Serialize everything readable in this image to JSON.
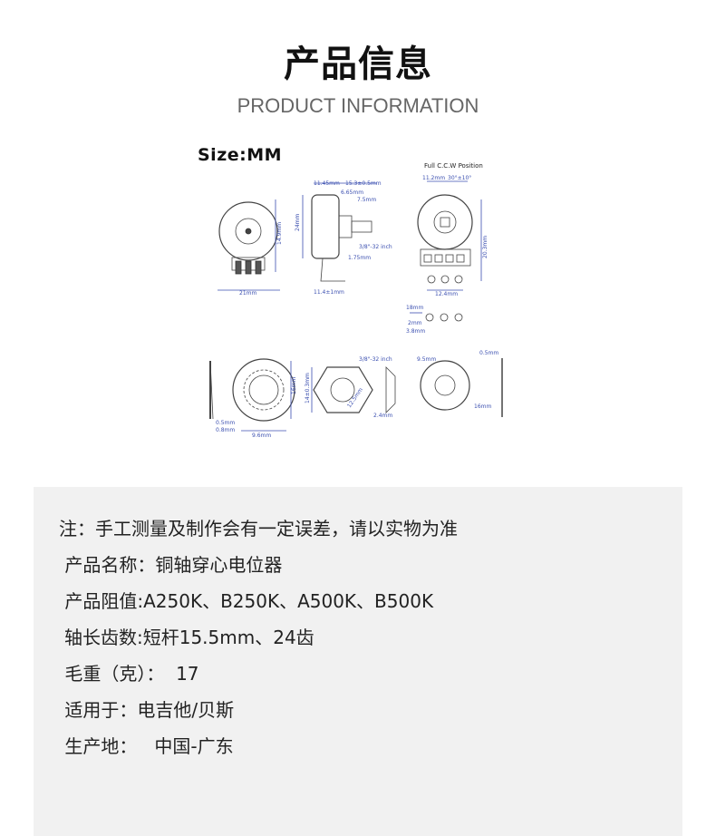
{
  "header": {
    "title": "产品信息",
    "subtitle": "PRODUCT INFORMATION"
  },
  "drawing": {
    "size_label": "Size:MM",
    "ccw_label": "Full C.C.W Position",
    "dims": {
      "d_11_45": "11.45mm",
      "d_15_3": "15.3±0.5mm",
      "d_6_65": "6.65mm",
      "d_7_5": "7.5mm",
      "d_24": "24mm",
      "d_14_9": "14.9mm",
      "d_21": "21mm",
      "d_1_75": "1.75mm",
      "d_11_4": "11.4±1mm",
      "d_3_8_thread": "3/8\"-32 inch",
      "d_11_2": "11.2mm",
      "d_30": "30°±10°",
      "d_12_4": "12.4mm",
      "d_20_3": "20.3mm",
      "d_18": "18mm",
      "d_2": "2mm",
      "d_3_8": "3.8mm",
      "d_3_8_bottom": "3/8\"-32 inch",
      "d_14_3": "14±0.3mm",
      "d_16": "16mm",
      "d_12_5": "12.5mm",
      "d_2_4": "2.4mm",
      "d_0_5": "0.5mm",
      "d_0_8": "0.8mm",
      "d_9_6": "9.6mm",
      "d_9_5": "9.5mm",
      "d_0_5_r": "0.5mm",
      "d_16_r": "16mm"
    }
  },
  "info": {
    "note": "注：手工测量及制作会有一定误差，请以实物为准",
    "name": " 产品名称：铜轴穿心电位器",
    "resistance": " 产品阻值:A250K、B250K、A500K、B500K",
    "shaft": "轴长齿数:短杆15.5mm、24齿",
    "weight": " 毛重（克）：  17",
    "usage": " 适用于：电吉他/贝斯",
    "origin": " 生产地：   中国-广东"
  },
  "colors": {
    "panel_bg": "#f1f1f1",
    "title": "#111111",
    "subtitle": "#666666",
    "dimension_blue": "#3b4fb0"
  }
}
